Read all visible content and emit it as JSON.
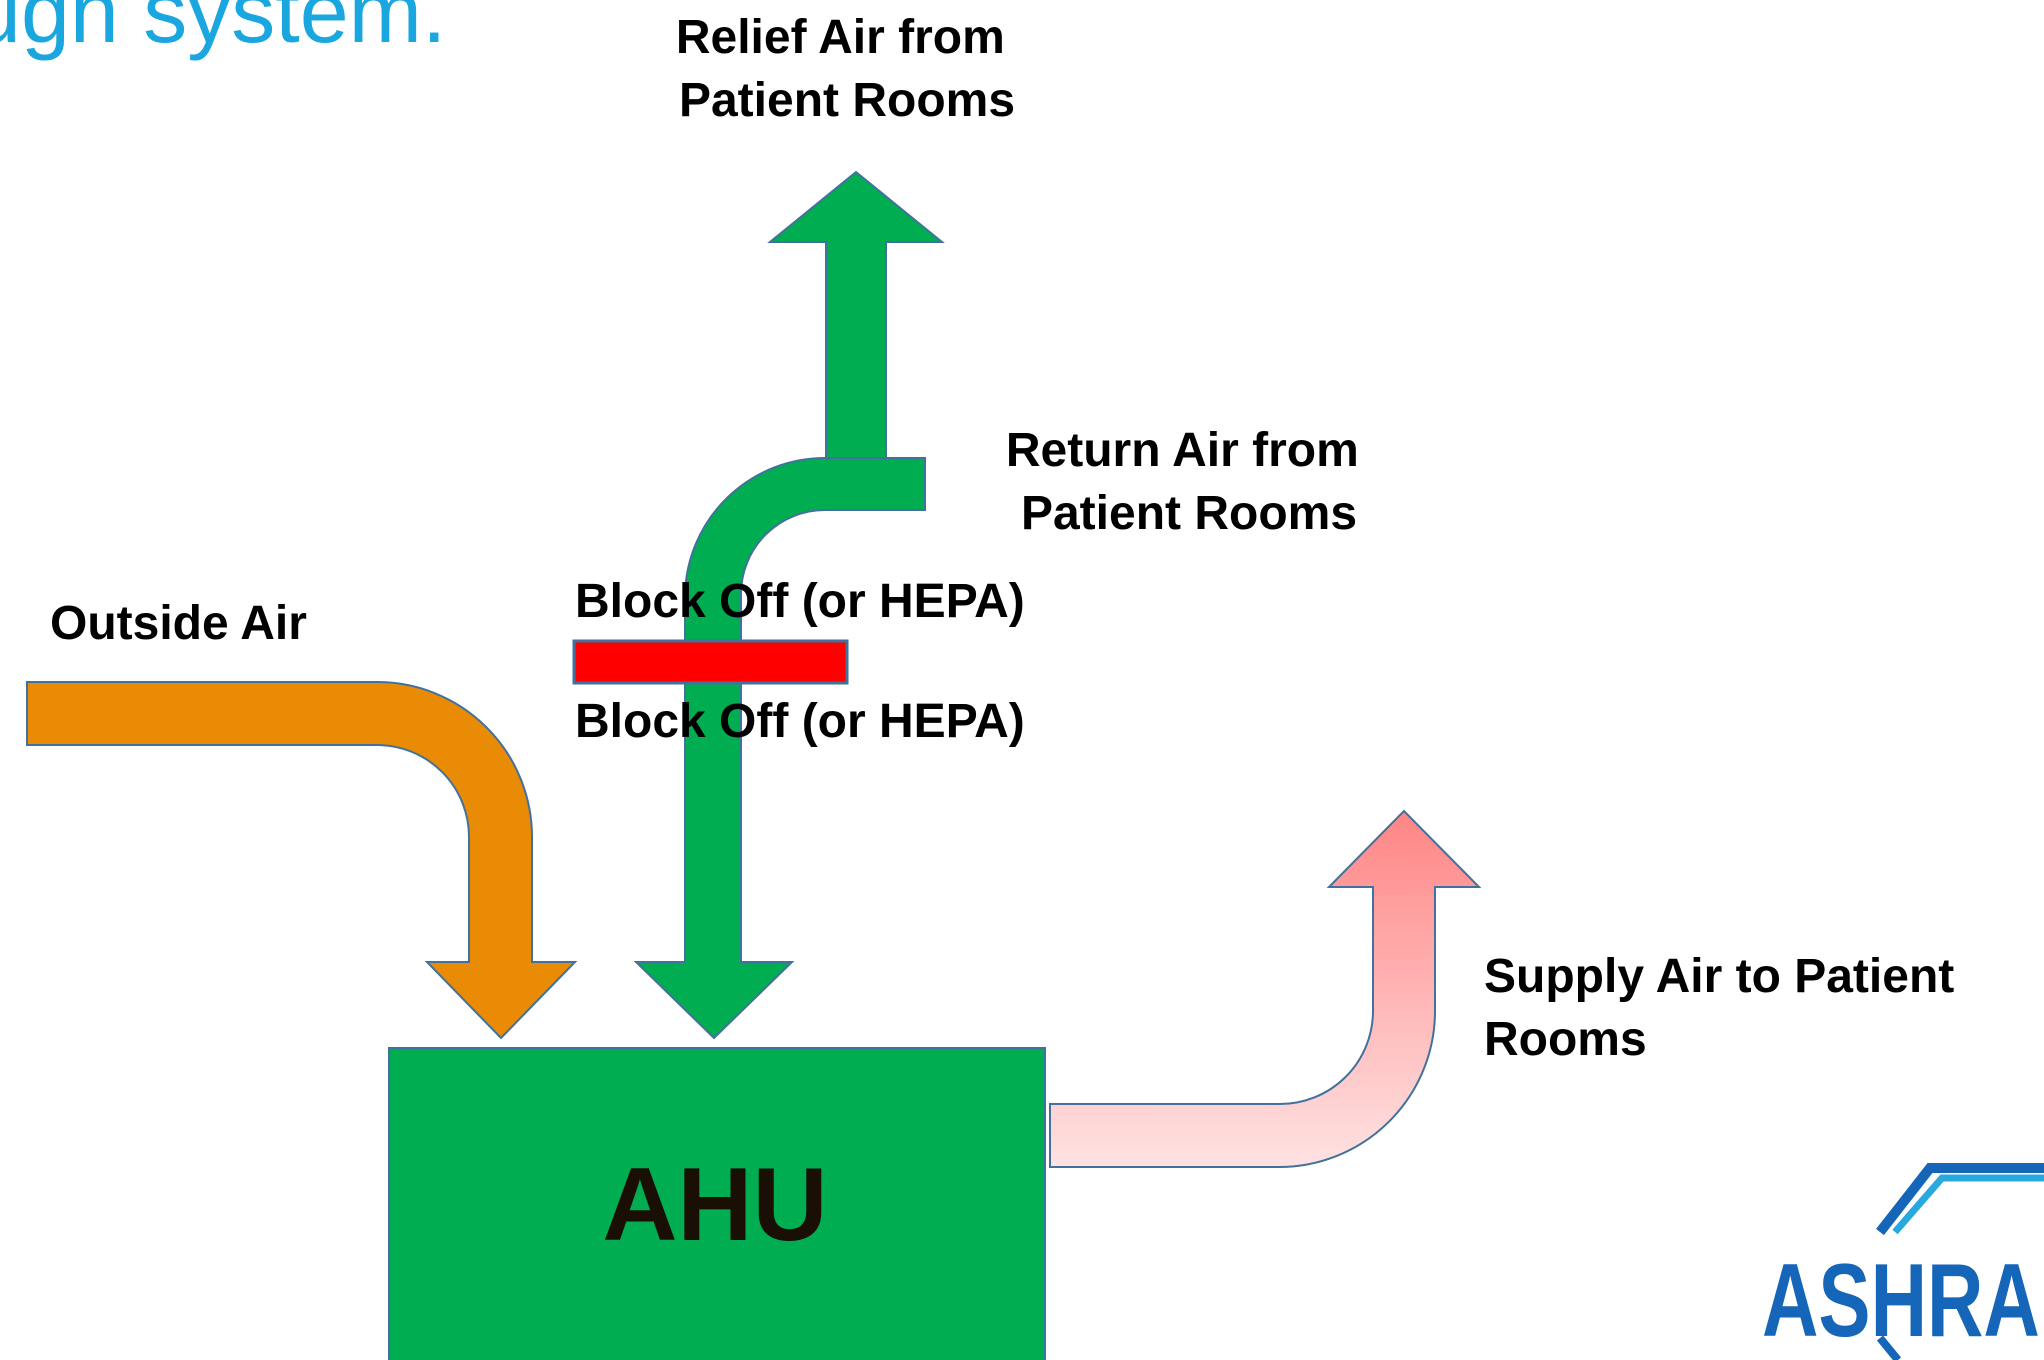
{
  "slide": {
    "title_fragment": "ugh system."
  },
  "labels": {
    "relief_air": [
      "Relief Air from",
      "Patient Rooms"
    ],
    "return_air": [
      "Return Air from",
      "Patient Rooms"
    ],
    "outside_air": "Outside Air",
    "block_off_upper": "Block Off (or HEPA)",
    "block_off_lower": "Block Off (or HEPA)",
    "supply_air": [
      "Supply Air to Patient",
      "Rooms"
    ],
    "ahu": "AHU"
  },
  "logo": {
    "text": "ASHRAE"
  },
  "colors": {
    "title": "#1aa7e0",
    "green": "#00ad50",
    "orange": "#ea8b05",
    "supply_top": "#ff8585",
    "supply_bottom": "#ffe2e2",
    "block": "#ff0000",
    "outline": "#41719c",
    "ahu_text": "#1a0f05",
    "logo_blue": "#1565b8",
    "logo_light": "#29a8e0"
  }
}
